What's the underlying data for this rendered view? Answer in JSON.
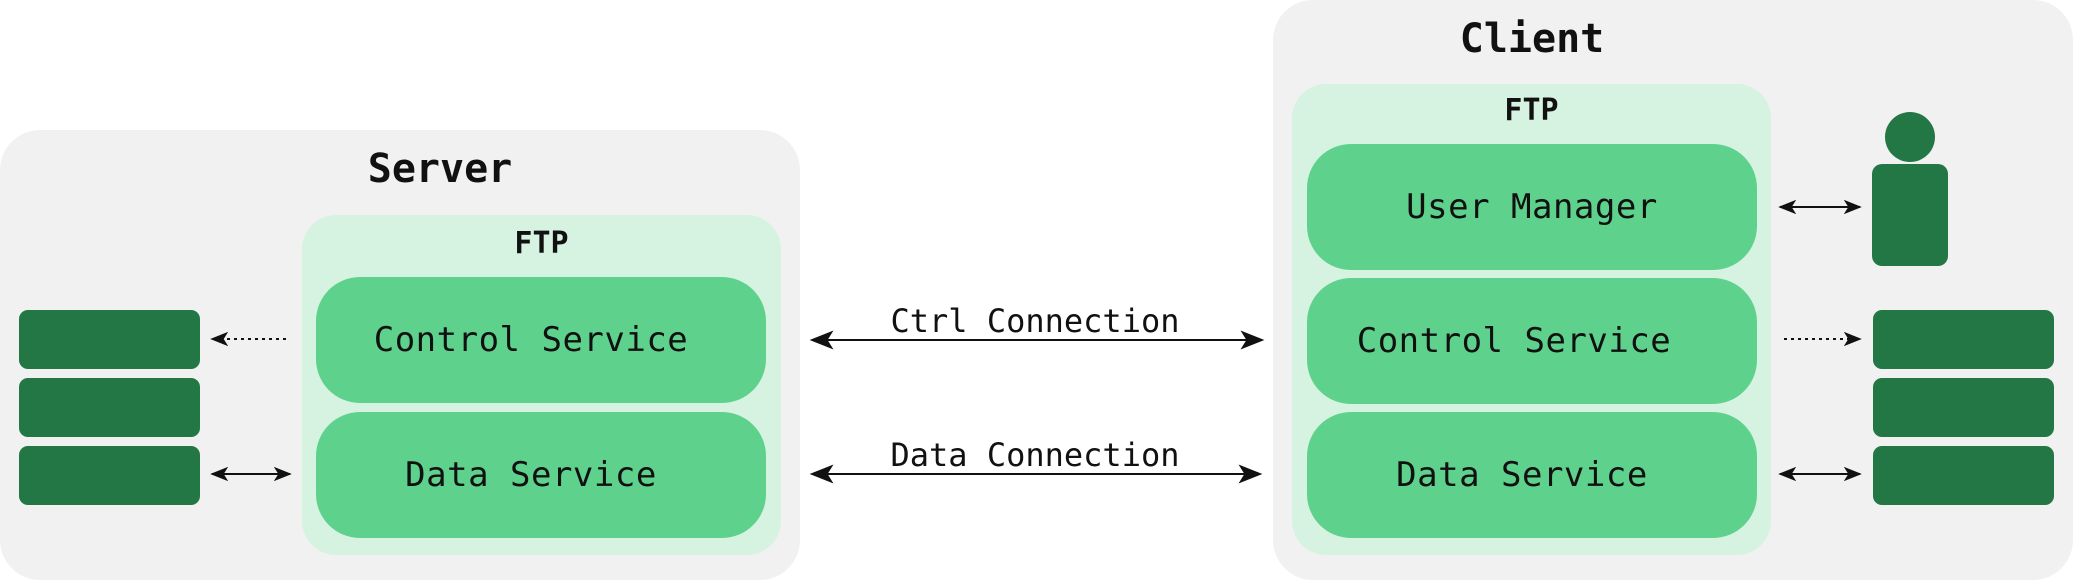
{
  "server": {
    "title": "Server",
    "ftp_label": "FTP",
    "control_service": "Control Service",
    "data_service": "Data Service"
  },
  "client": {
    "title": "Client",
    "ftp_label": "FTP",
    "user_manager": "User Manager",
    "control_service": "Control Service",
    "data_service": "Data Service"
  },
  "connections": {
    "ctrl": "Ctrl Connection",
    "data": "Data Connection"
  },
  "colors": {
    "container_bg": "#f1f1f1",
    "ftp_bg": "#d6f3e1",
    "service_bg": "#5ed28c",
    "storage_and_user": "#227744"
  },
  "icons": [
    "storage-block-icon",
    "user-icon",
    "arrow-icon"
  ]
}
